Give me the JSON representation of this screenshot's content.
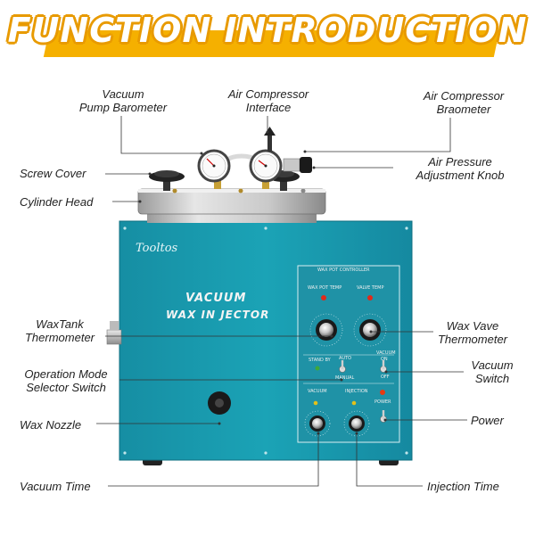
{
  "banner": {
    "title": "FUNCTION INTRODUCTION"
  },
  "labels": {
    "vacuum_pump_barometer": [
      "Vacuum",
      "Pump Barometer"
    ],
    "air_compressor_interface": [
      "Air Compressor",
      "Interface"
    ],
    "air_compressor_braometer": [
      "Air Compressor",
      "Braometer"
    ],
    "screw_cover": "Screw Cover",
    "air_pressure_adjustment_knob": [
      "Air Pressure",
      "Adjustment Knob"
    ],
    "cylinder_head": "Cylinder Head",
    "waxtank_thermometer": [
      "WaxTank",
      "Thermometer"
    ],
    "wax_vave_thermometer": [
      "Wax Vave",
      "Thermometer"
    ],
    "operation_mode_selector_switch": [
      "Operation Mode",
      "Selector Switch"
    ],
    "vacuum_switch": [
      "Vacuum",
      "Switch"
    ],
    "wax_nozzle": "Wax Nozzle",
    "power": "Power",
    "vacuum_time": "Vacuum Time",
    "injection_time": "Injection Time"
  },
  "machine": {
    "brand": "Tooltos",
    "front_title": [
      "VACUUM",
      "WAX IN JECTOR"
    ],
    "panel": {
      "title": "WAX POT CONTROLLER",
      "wax_pot_temp": "WAX POT TEMP",
      "valve_temp": "VALVE TEMP",
      "stand_by": "STAND BY",
      "auto": "AUTO",
      "manual": "MANUAL",
      "vacuum": "VACUUM",
      "on": "ON",
      "off": "OFF",
      "vacuum_timer": "VACUUM",
      "injection": "INJECTION",
      "power": "POWER"
    }
  },
  "colors": {
    "banner": "#f5b000",
    "body": "#1a96a9",
    "panel": "#1e8fa3"
  }
}
